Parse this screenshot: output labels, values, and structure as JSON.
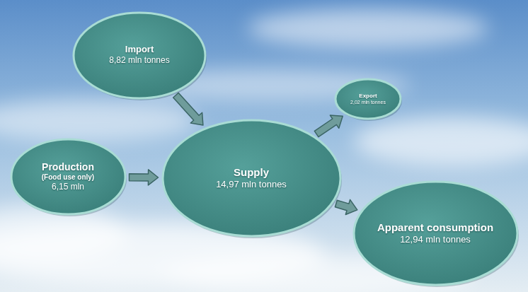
{
  "diagram": {
    "nodes": [
      {
        "text": [
          "Import",
          "8,82 mln tonnes"
        ]
      },
      {
        "text": [
          "Production",
          "(Food use only)",
          "6,15 mln"
        ]
      },
      {
        "text": [
          "Supply",
          "14,97 mln tonnes"
        ]
      },
      {
        "text": [
          "Export",
          "2,02 mln tonnes"
        ]
      },
      {
        "text": [
          "Apparent consumption",
          "12,94 mln tonnes"
        ]
      }
    ],
    "edges": [
      {
        "from": 0,
        "to": 2,
        "arrow": "to"
      },
      {
        "from": 1,
        "to": 2,
        "arrow": "to"
      },
      {
        "from": 2,
        "to": 3,
        "arrow": "to"
      },
      {
        "from": 2,
        "to": 4,
        "arrow": "to"
      }
    ]
  }
}
